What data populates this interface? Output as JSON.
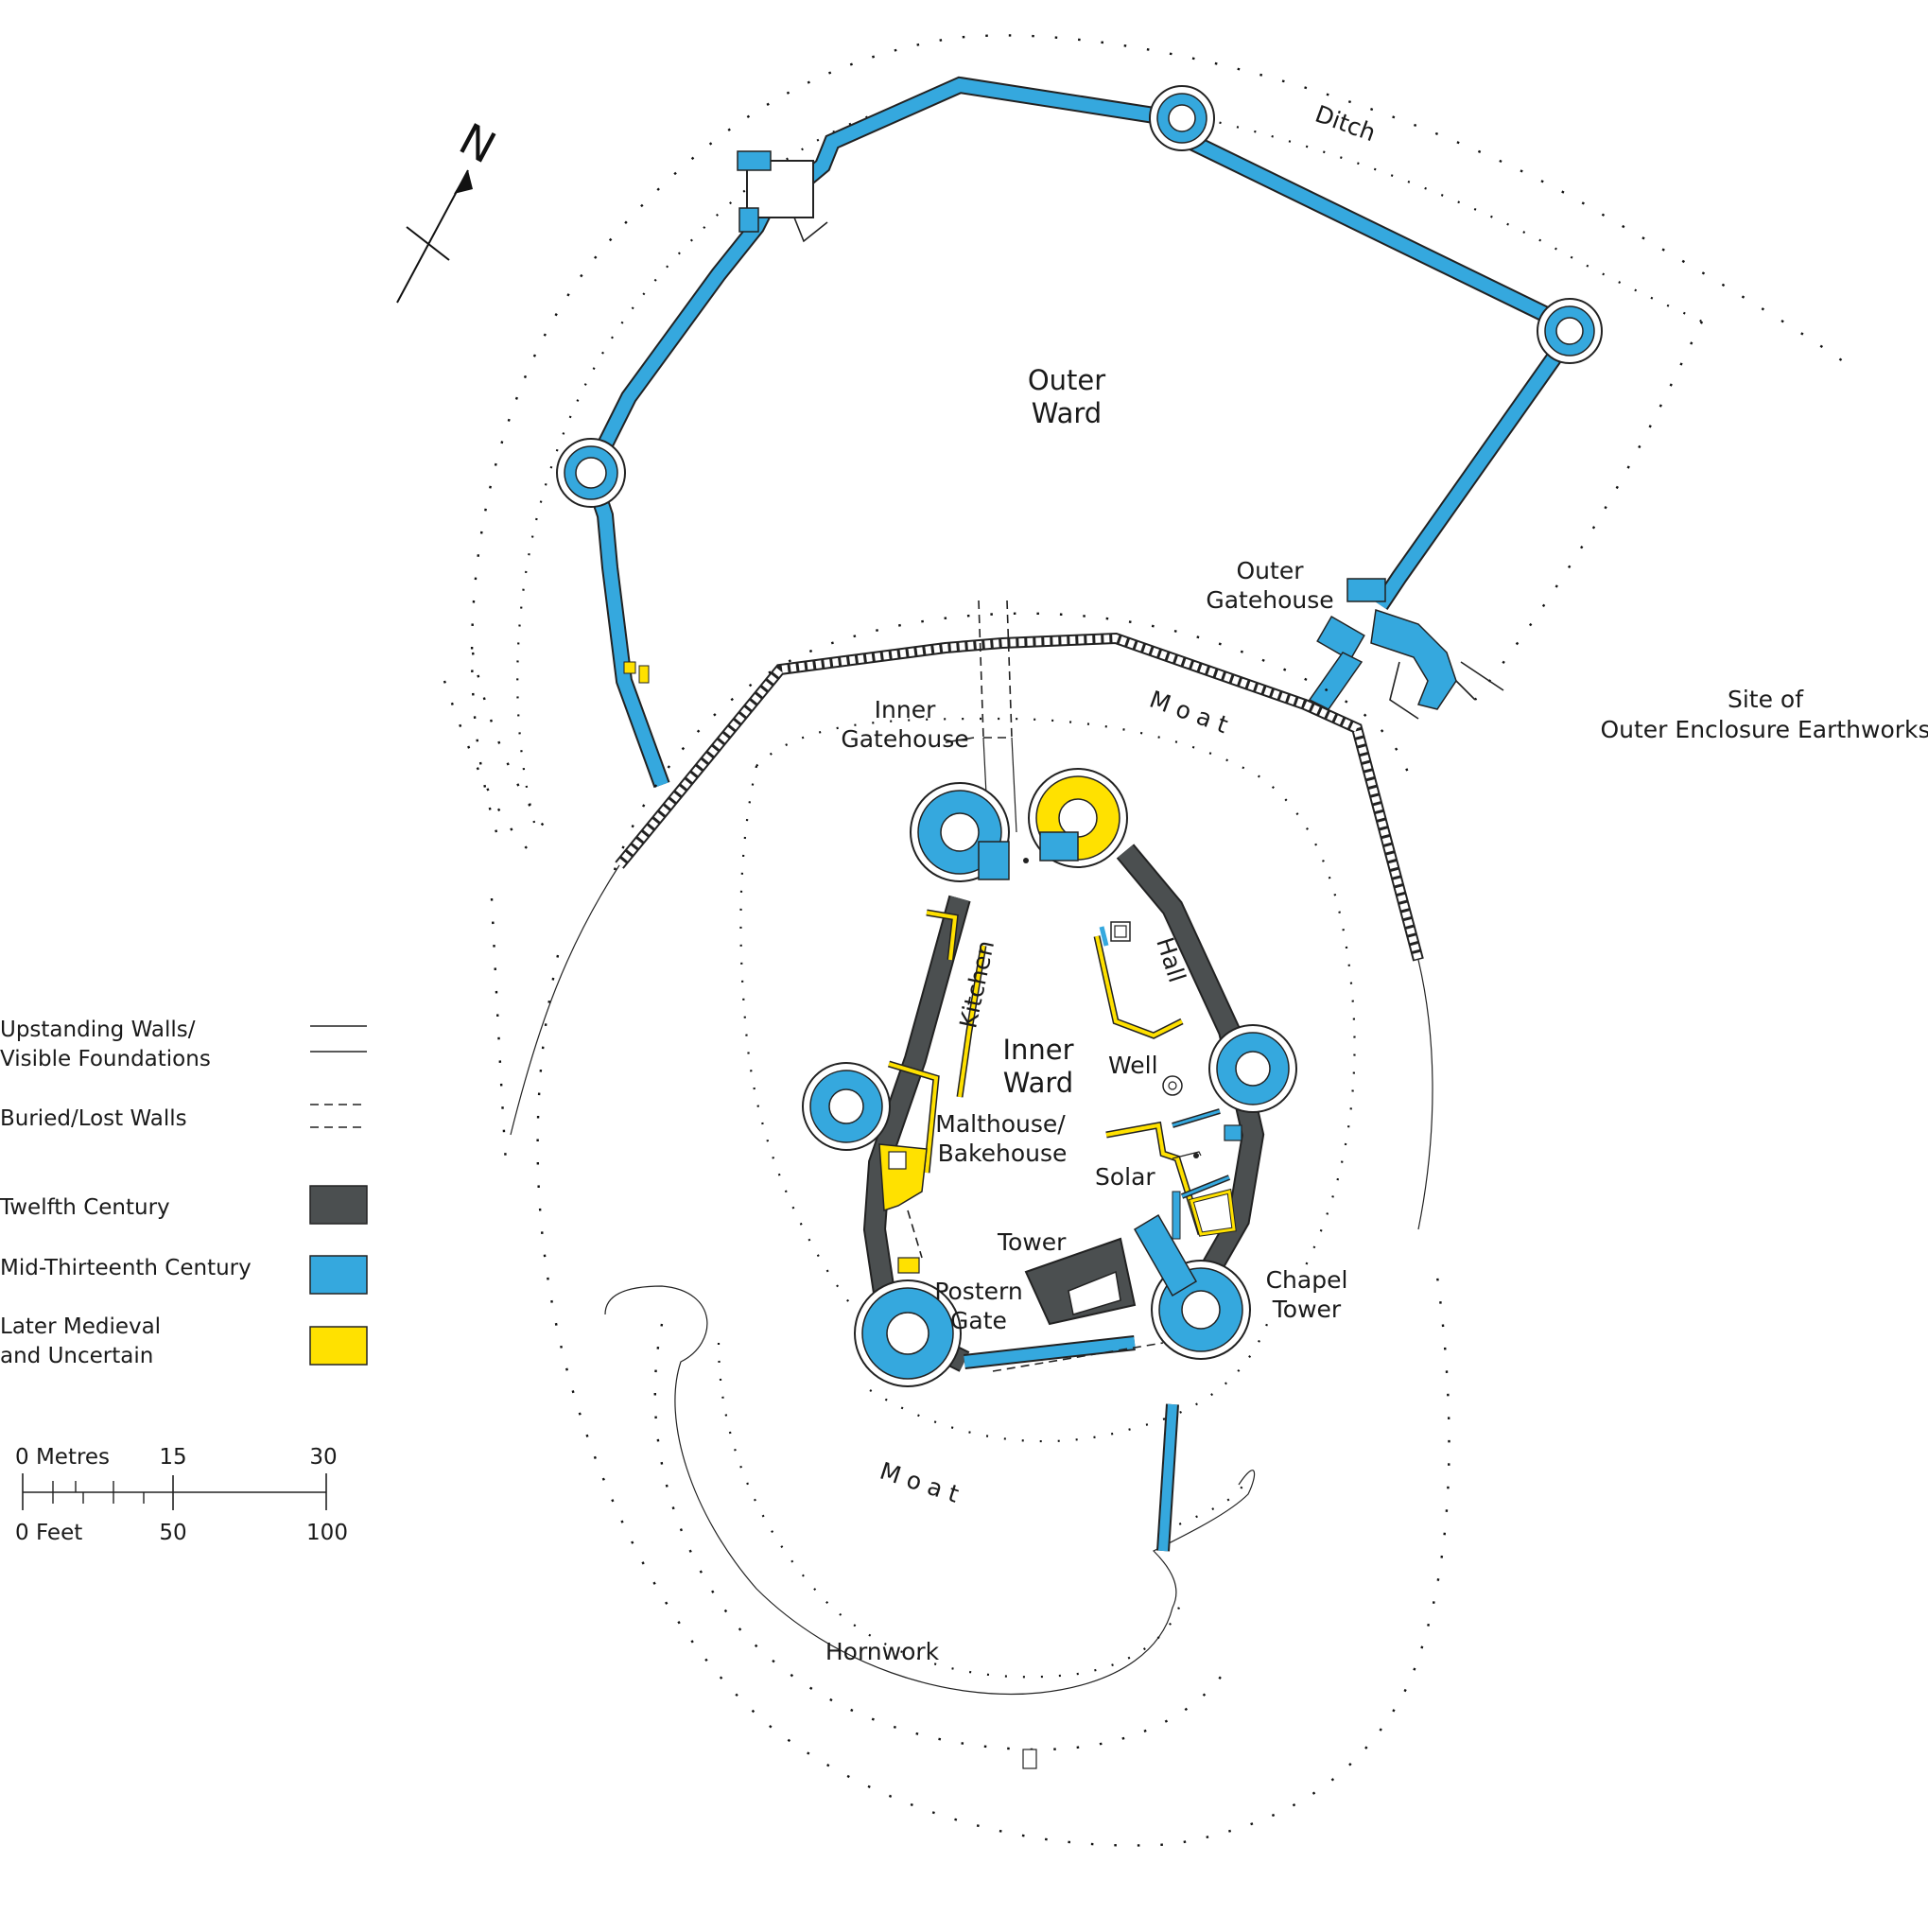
{
  "map": {
    "north_label": "N",
    "labels": {
      "outer_ward_1": "Outer",
      "outer_ward_2": "Ward",
      "ditch": "Ditch",
      "outer_gatehouse_1": "Outer",
      "outer_gatehouse_2": "Gatehouse",
      "site_outer_1": "Site of",
      "site_outer_2": "Outer Enclosure Earthworks",
      "inner_gatehouse_1": "Inner",
      "inner_gatehouse_2": "Gatehouse",
      "moat_north": "M o a t",
      "kitchen": "Kitchen",
      "hall": "Hall",
      "inner_ward_1": "Inner",
      "inner_ward_2": "Ward",
      "well": "Well",
      "malthouse_1": "Malthouse/",
      "malthouse_2": "Bakehouse",
      "solar": "Solar",
      "tower": "Tower",
      "postern_1": "Postern",
      "postern_2": "Gate",
      "chapel_tower_1": "Chapel",
      "chapel_tower_2": "Tower",
      "moat_south": "M o a t",
      "hornwork": "Hornwork"
    }
  },
  "legend": {
    "items": [
      {
        "label_1": "Upstanding Walls/",
        "label_2": "Visible Foundations"
      },
      {
        "label_1": "Buried/Lost Walls",
        "label_2": ""
      },
      {
        "label_1": "Twelfth Century",
        "label_2": "",
        "color": "#4b4f50"
      },
      {
        "label_1": "Mid-Thirteenth Century",
        "label_2": "",
        "color": "#35a8de"
      },
      {
        "label_1": "Later Medieval",
        "label_2": "and Uncertain",
        "color": "#ffe100"
      }
    ]
  },
  "scale": {
    "metres_label": "0 Metres",
    "metres_mid": "15",
    "metres_end": "30",
    "feet_label": "0 Feet",
    "feet_mid": "50",
    "feet_end": "100"
  },
  "colors": {
    "twelfth_century": "#4b4f50",
    "mid_thirteenth_century": "#35a8de",
    "later_medieval": "#ffe100",
    "line": "#222222"
  }
}
